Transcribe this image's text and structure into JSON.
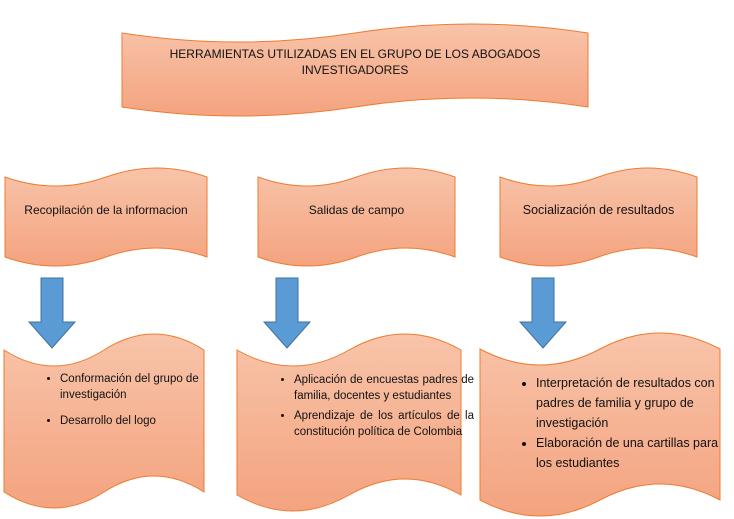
{
  "title": "HERRAMIENTAS UTILIZADAS EN EL GRUPO DE LOS ABOGADOS INVESTIGADORES",
  "columns": [
    {
      "heading": "Recopilación de la informacion",
      "items": [
        "Conformación del grupo de investigación",
        "Desarrollo del logo"
      ]
    },
    {
      "heading": "Salidas de campo",
      "items": [
        "Aplicación de encuestas padres de familia, docentes y estudiantes",
        "Aprendizaje de los artículos de la constitución política de Colombia"
      ]
    },
    {
      "heading": "Socialización de resultados",
      "items": [
        "Interpretación de resultados con padres de familia y grupo de investigación",
        "Elaboración de una cartillas para los estudiantes"
      ]
    }
  ],
  "colors": {
    "fill_top": "#f8c4aa",
    "fill_bottom": "#f4a37f",
    "stroke": "#ed7d31",
    "arrow": "#5b9bd5",
    "arrow_stroke": "#41719c"
  }
}
